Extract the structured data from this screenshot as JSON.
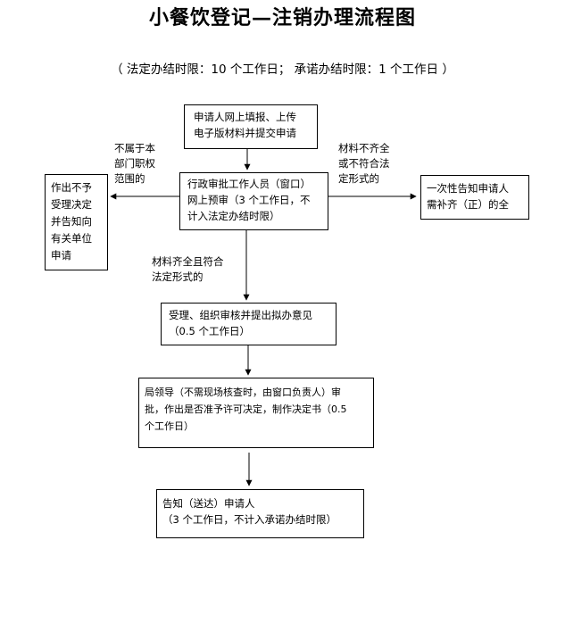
{
  "title": "小餐饮登记—注销办理流程图",
  "subtitle": "（ 法定办结时限：10 个工作日；  承诺办结时限：1 个工作日 ）",
  "nodes": {
    "apply": {
      "lines": [
        "申请人网上填报、上传",
        "电子版材料并提交申请"
      ]
    },
    "pre_review": {
      "lines": [
        "行政审批工作人员（窗口）",
        "网上预审（3 个工作日，不",
        "计入法定办结时限）"
      ]
    },
    "reject": {
      "lines": [
        "作出不予",
        "受理决定",
        "并告知向",
        "有关单位",
        "申请"
      ]
    },
    "notify_supplement": {
      "lines": [
        "一次性告知申请人",
        "需补齐（正）的全"
      ]
    },
    "accept": {
      "lines": [
        "受理、组织审核并提出拟办意见",
        "（0.5 个工作日）"
      ]
    },
    "leader_review": {
      "lines": [
        "局领导（不需现场核查时，由窗口负责人）审",
        "批，作出是否准予许可决定，制作决定书（0.5",
        "个工作日）"
      ]
    },
    "notify": {
      "lines": [
        "告知（送达）申请人",
        "（3 个工作日，不计入承诺办结时限）"
      ]
    }
  },
  "edge_labels": {
    "out_of_scope": [
      "不属于本",
      "部门职权",
      "范围的"
    ],
    "incomplete": [
      "材料不齐全",
      "或不符合法",
      "定形式的"
    ],
    "complete": [
      "材料齐全且符合",
      "法定形式的"
    ]
  }
}
